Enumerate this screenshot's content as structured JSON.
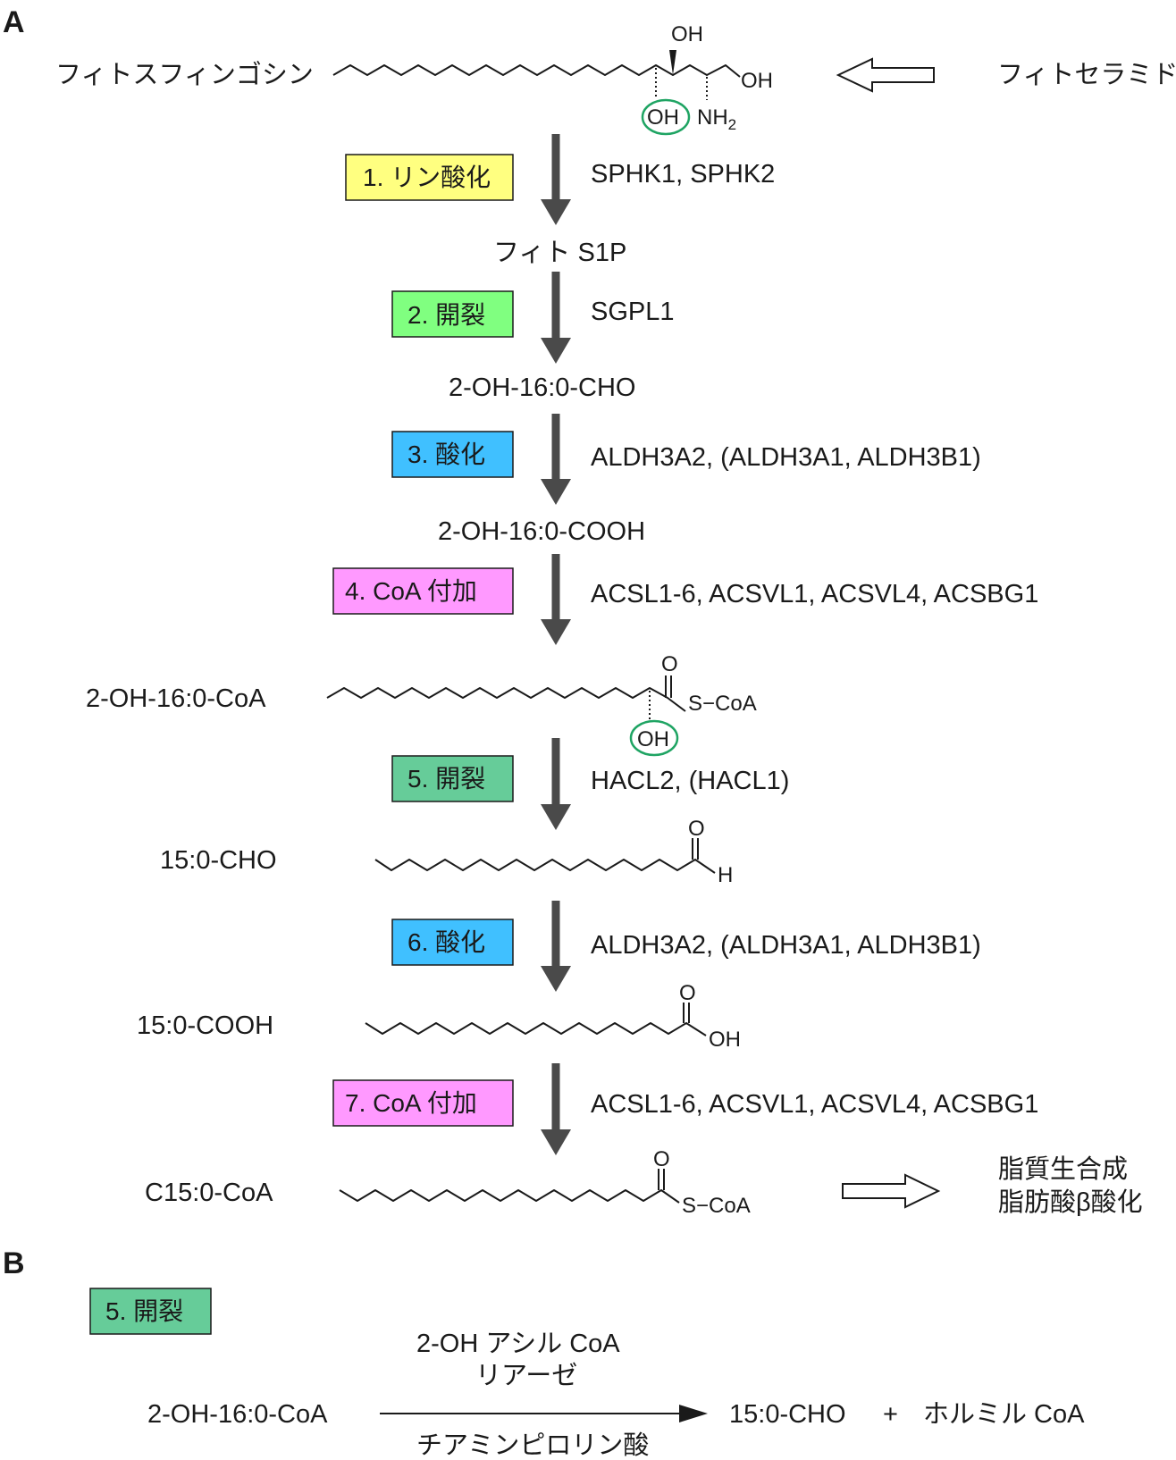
{
  "panels": {
    "a": "A",
    "b": "B"
  },
  "panel_a": {
    "compounds": {
      "phytosphingosine": "フィトスフィンゴシン",
      "phytoceramide": "フィトセラミド",
      "phyto_s1p": "フィト S1P",
      "oh_aldehyde": "2-OH-16:0-CHO",
      "oh_acid": "2-OH-16:0-COOH",
      "oh_coa": "2-OH-16:0-CoA",
      "c15_aldehyde": "15:0-CHO",
      "c15_acid": "15:0-COOH",
      "c15_coa": "C15:0-CoA"
    },
    "atoms": {
      "oh": "OH",
      "nh2": "NH",
      "nh2_sub": "2",
      "o": "O",
      "h": "H",
      "s_coa": "S−CoA"
    },
    "steps": [
      {
        "label": "1. リン酸化",
        "color": "#ffff80",
        "enzymes": "SPHK1, SPHK2"
      },
      {
        "label": "2. 開裂",
        "color": "#80ff80",
        "enzymes": "SGPL1"
      },
      {
        "label": "3. 酸化",
        "color": "#40c0ff",
        "enzymes": "ALDH3A2, (ALDH3A1, ALDH3B1)"
      },
      {
        "label": "4. CoA 付加",
        "color": "#ff99ff",
        "enzymes": "ACSL1-6, ACSVL1, ACSVL4, ACSBG1"
      },
      {
        "label": "5. 開裂",
        "color": "#66cc99",
        "enzymes": "HACL2, (HACL1)"
      },
      {
        "label": "6. 酸化",
        "color": "#40c0ff",
        "enzymes": "ALDH3A2, (ALDH3A1, ALDH3B1)"
      },
      {
        "label": "7. CoA 付加",
        "color": "#ff99ff",
        "enzymes": "ACSL1-6, ACSVL1, ACSVL4, ACSBG1"
      }
    ],
    "fates": [
      "脂質生合成",
      "脂肪酸β酸化"
    ]
  },
  "panel_b": {
    "step_label": "5. 開裂",
    "step_color": "#66cc99",
    "substrate": "2-OH-16:0-CoA",
    "enzyme_line1": "2-OH アシル CoA",
    "enzyme_line2": "リアーゼ",
    "cofactor": "チアミンピロリン酸",
    "product1": "15:0-CHO",
    "plus": "+",
    "product2": "ホルミル CoA"
  }
}
